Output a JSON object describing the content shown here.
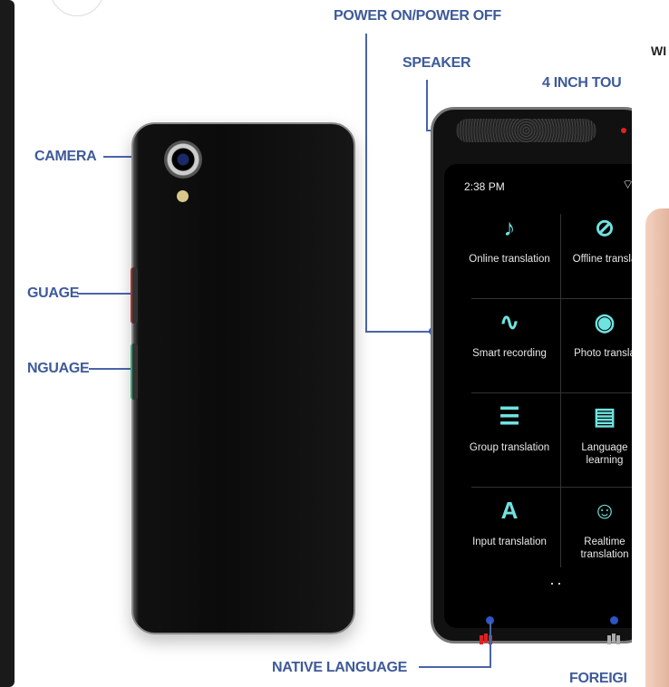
{
  "carousel": {
    "prev_button_icon": "chevron-left-icon",
    "next_card_text": "WI"
  },
  "labels": {
    "power": "POWER ON/POWER OFF",
    "speaker": "SPEAKER",
    "screen": "4 INCH TOU",
    "camera": "CAMERA",
    "lang1": "GUAGE",
    "lang2": "NGUAGE",
    "native": "NATIVE LANGUAGE",
    "foreign": "FOREIGI"
  },
  "device_screen": {
    "time": "2:38 PM",
    "wifi_icon": "wifi-icon",
    "items": [
      {
        "label": "Online translation",
        "icon": "microphone-icon"
      },
      {
        "label": "Offline transla",
        "icon": "no-signal-icon"
      },
      {
        "label": "Smart recording",
        "icon": "waveform-icon"
      },
      {
        "label": "Photo transla",
        "icon": "camera-icon"
      },
      {
        "label": "Group translation",
        "icon": "chat-bubbles-icon"
      },
      {
        "label": "Language learning",
        "icon": "book-reader-icon"
      },
      {
        "label": "Input translation",
        "icon": "translate-icon"
      },
      {
        "label": "Realtime translation",
        "icon": "speaker-person-icon"
      }
    ]
  },
  "colors": {
    "label": "#3e5a9a",
    "accent": "#6fe3e0"
  }
}
